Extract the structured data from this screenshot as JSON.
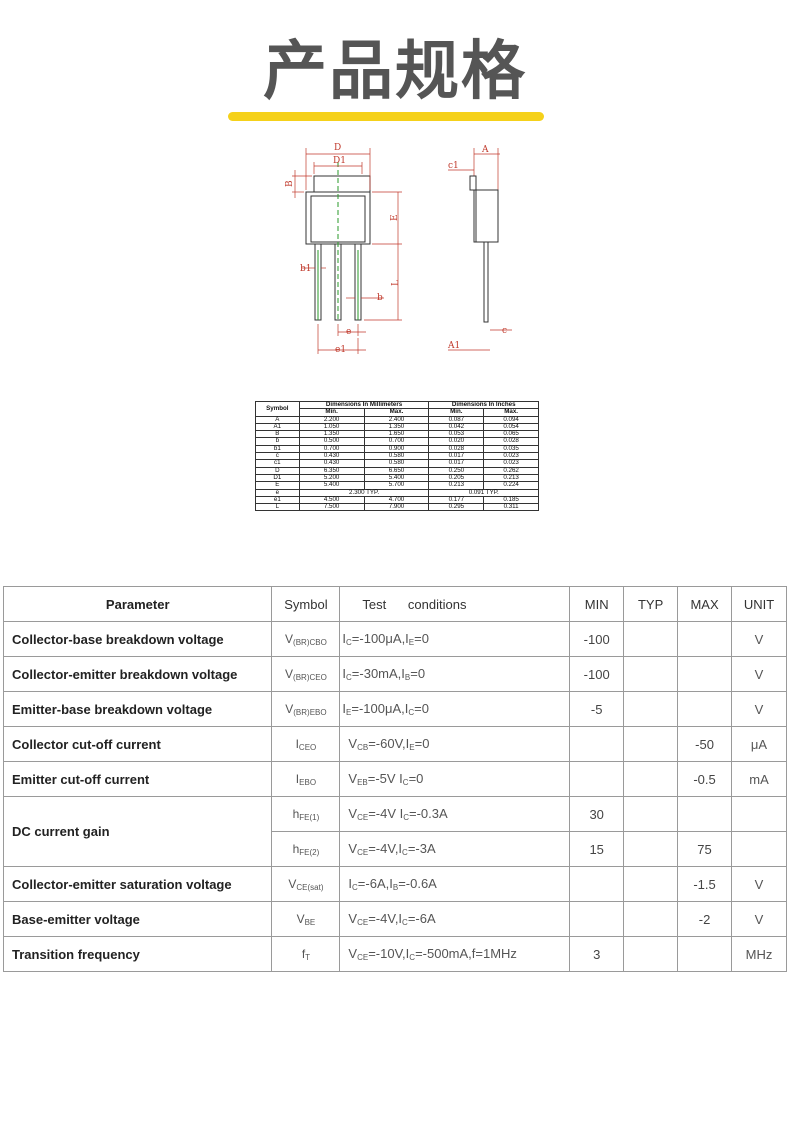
{
  "header": {
    "title": "产品规格"
  },
  "drawing": {
    "labels": {
      "D": "D",
      "D1": "D1",
      "B": "B",
      "E": "E",
      "b1": "b1",
      "b": "b",
      "L": "L",
      "e": "e",
      "e1": "e1",
      "c1": "c1",
      "A": "A",
      "c": "c",
      "A1": "A1"
    }
  },
  "dimensions": {
    "h_symbol": "Symbol",
    "h_mm": "Dimensions In Millimeters",
    "h_in": "Dimensions In Inches",
    "h_min": "Min.",
    "h_max": "Max.",
    "rows": [
      {
        "s": "A",
        "a": "2.200",
        "b": "2.400",
        "c": "0.087",
        "d": "0.094"
      },
      {
        "s": "A1",
        "a": "1.050",
        "b": "1.350",
        "c": "0.042",
        "d": "0.054"
      },
      {
        "s": "B",
        "a": "1.350",
        "b": "1.650",
        "c": "0.053",
        "d": "0.065"
      },
      {
        "s": "b",
        "a": "0.500",
        "b": "0.700",
        "c": "0.020",
        "d": "0.028"
      },
      {
        "s": "b1",
        "a": "0.700",
        "b": "0.900",
        "c": "0.028",
        "d": "0.035"
      },
      {
        "s": "c",
        "a": "0.430",
        "b": "0.580",
        "c": "0.017",
        "d": "0.023"
      },
      {
        "s": "c1",
        "a": "0.430",
        "b": "0.580",
        "c": "0.017",
        "d": "0.023"
      },
      {
        "s": "D",
        "a": "6.350",
        "b": "6.650",
        "c": "0.250",
        "d": "0.262"
      },
      {
        "s": "D1",
        "a": "5.200",
        "b": "5.400",
        "c": "0.205",
        "d": "0.213"
      },
      {
        "s": "E",
        "a": "5.400",
        "b": "5.700",
        "c": "0.213",
        "d": "0.224"
      }
    ],
    "e_row": {
      "s": "e",
      "mm": "2.300 TYP.",
      "in": "0.091 TYP."
    },
    "rows2": [
      {
        "s": "e1",
        "a": "4.500",
        "b": "4.700",
        "c": "0.177",
        "d": "0.185"
      },
      {
        "s": "L",
        "a": "7.500",
        "b": "7.900",
        "c": "0.295",
        "d": "0.311"
      }
    ]
  },
  "params": {
    "headers": {
      "parameter": "Parameter",
      "symbol": "Symbol",
      "test": "Test      conditions",
      "min": "MIN",
      "typ": "TYP",
      "max": "MAX",
      "unit": "UNIT"
    },
    "r1": {
      "name": "Collector-base breakdown voltage",
      "sym": "V",
      "sub": "(BR)CBO",
      "cond": "I",
      "c1": "C",
      "c2": "=-100μA,I",
      "c3": "E",
      "c4": "=0",
      "min": "-100",
      "typ": "",
      "max": "",
      "unit": "V"
    },
    "r2": {
      "name": "Collector-emitter breakdown voltage",
      "sym": "V",
      "sub": "(BR)CEO",
      "cond": "I",
      "c1": "C",
      "c2": "=-30mA,I",
      "c3": "B",
      "c4": "=0",
      "min": "-100",
      "typ": "",
      "max": "",
      "unit": "V"
    },
    "r3": {
      "name": "Emitter-base breakdown voltage",
      "sym": "V",
      "sub": "(BR)EBO",
      "cond": "I",
      "c1": "E",
      "c2": "=-100μA,I",
      "c3": "C",
      "c4": "=0",
      "min": "-5",
      "typ": "",
      "max": "",
      "unit": "V"
    },
    "r4": {
      "name": "Collector cut-off current",
      "sym": "I",
      "sub": "CEO",
      "cond": "V",
      "c1": "CB",
      "c2": "=-60V,I",
      "c3": "E",
      "c4": "=0",
      "min": "",
      "typ": "",
      "max": "-50",
      "unit": "μA"
    },
    "r5": {
      "name": "Emitter cut-off current",
      "sym": "I",
      "sub": "EBO",
      "cond": "V",
      "c1": "EB",
      "c2": "=-5V I",
      "c3": "C",
      "c4": "=0",
      "min": "",
      "typ": "",
      "max": "-0.5",
      "unit": "mA"
    },
    "r6a": {
      "name": "DC current gain",
      "sym": "h",
      "sub": "FE(1)",
      "cond": "V",
      "c1": "CE",
      "c2": "=-4V I",
      "c3": "C",
      "c4": "=-0.3A",
      "min": "30",
      "typ": "",
      "max": "",
      "unit": ""
    },
    "r6b": {
      "sym": "h",
      "sub": "FE(2)",
      "cond": "V",
      "c1": "CE",
      "c2": "=-4V,I",
      "c3": "C",
      "c4": "=-3A",
      "min": "15",
      "typ": "",
      "max": "75",
      "unit": ""
    },
    "r7": {
      "name": "Collector-emitter saturation voltage",
      "sym": "V",
      "sub": "CE(sat)",
      "cond": "I",
      "c1": "C",
      "c2": "=-6A,I",
      "c3": "B",
      "c4": "=-0.6A",
      "min": "",
      "typ": "",
      "max": "-1.5",
      "unit": "V"
    },
    "r8": {
      "name": "Base-emitter voltage",
      "sym": "V",
      "sub": "BE",
      "cond": "V",
      "c1": "CE",
      "c2": "=-4V,I",
      "c3": "C",
      "c4": "=-6A",
      "min": "",
      "typ": "",
      "max": "-2",
      "unit": "V"
    },
    "r9": {
      "name": "Transition frequency",
      "sym": "f",
      "sub": "T",
      "cond": "V",
      "c1": "CE",
      "c2": "=-10V,I",
      "c3": "C",
      "c4": "=-500mA,f=1MHz",
      "min": "3",
      "typ": "",
      "max": "",
      "unit": "MHz"
    }
  }
}
